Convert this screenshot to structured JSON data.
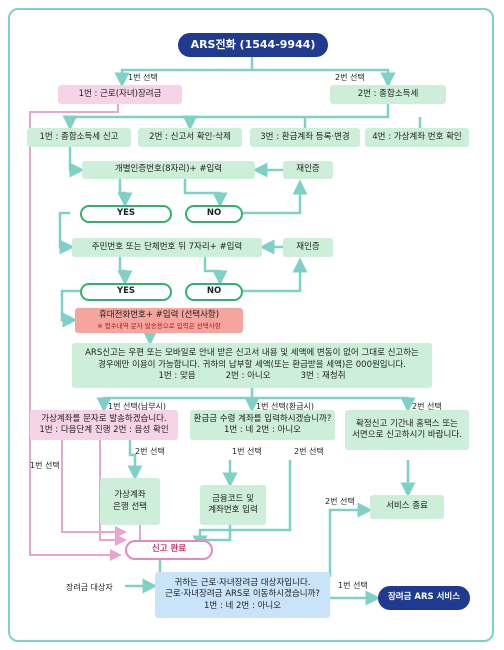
{
  "title": "ARS전화 (1544-9944)",
  "top": {
    "opt1": "1번 : 근로(자녀)장려금",
    "opt2": "2번 : 종합소득세",
    "label1": "1번 선택",
    "label2": "2번 선택"
  },
  "menu": [
    "1번 : 종합소득세 신고",
    "2번 : 신고서 확인·삭제",
    "3번 : 환급계좌 등록·변경",
    "4번 : 가상계좌 번호 확인"
  ],
  "auth1": {
    "prompt": "개별인증번호(8자리)+ #입력",
    "retry": "재인증",
    "yes": "YES",
    "no": "NO"
  },
  "auth2": {
    "prompt": "주민번호 또는 단체번호 뒤 7자리+ #입력",
    "retry": "재인증",
    "yes": "YES",
    "no": "NO"
  },
  "phone": {
    "line1": "휴대전화번호+ #입력 (선택사항)",
    "note": "※ 접수내역 문자 발송용으로 입력은 선택사항"
  },
  "confirm": {
    "line1": "ARS신고는 우편 또는 모바일로 안내 받은 신고서 내용 및 세액에 변동이 없어 그대로 신고하는",
    "line2": "경우에만 이용이 가능합니다. 귀하의 납부할 세액(또는 환급받을 세액)은 000원입니다.",
    "opt1": "1번 : 맞음",
    "opt2": "2번 : 아니오",
    "opt3": "3번 : 재청취"
  },
  "branch": {
    "l1": "1번 선택(납부시)",
    "l2": "1번 선택(환급시)",
    "l3": "2번 선택"
  },
  "virtual": {
    "line1": "가상계좌를 문자로 발송하겠습니다.",
    "line2": "1번 : 다음단계 진행   2번 : 음성 확인"
  },
  "refund": {
    "line1": "환급금 수령 계좌를 입력하시겠습니까?",
    "line2": "1번 : 네         2번 : 아니오"
  },
  "written": {
    "line1": "확정신고 기간내 홈택스 또는",
    "line2": "서면으로 신고하시기 바랍니다."
  },
  "sub": {
    "l1": "1번 선택",
    "l2": "2번 선택",
    "l3": "1번 선택",
    "l4": "2번 선택",
    "l5": "2번 선택",
    "vbank1": "가상계좌",
    "vbank2": "은행 선택",
    "fin1": "금융코드 및",
    "fin2": "계좌번호 입력",
    "end": "서비스 종료"
  },
  "done": "신고 완료",
  "eitc": {
    "label": "장려금 대상자",
    "line1": "귀하는 근로·자녀장려금 대상자입니다.",
    "line2": "근로·자녀장려금 ARS로 이동하시겠습니까?",
    "line3": "1번 : 네         2번 : 아니오",
    "sel": "1번 선택",
    "service": "장려금 ARS 서비스"
  },
  "colors": {
    "line": "#7fd1c6",
    "pinkline": "#e8a6cf",
    "navy": "#1f3a8f",
    "green_box": "#cdeed9",
    "pink_box": "#f6d3e6",
    "blue_box": "#c9e4f8"
  }
}
